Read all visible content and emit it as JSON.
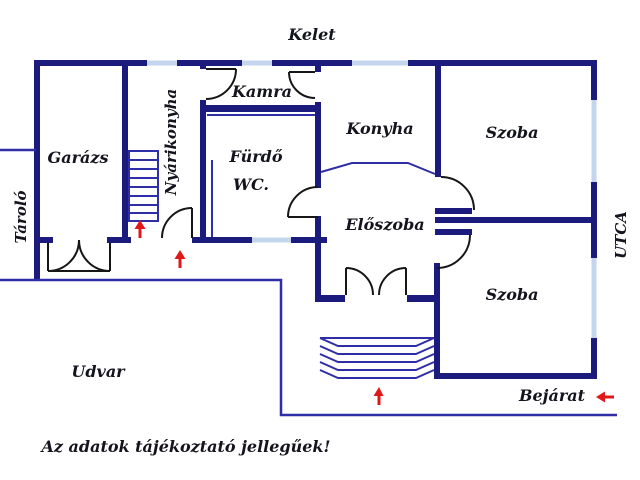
{
  "plan": {
    "orientation_label": "Kelet",
    "street_label": "UTCA",
    "entrance_label": "Bejárat",
    "yard_label": "Udvar",
    "storage_label": "Tároló",
    "disclaimer": "Az adatok tájékoztató jellegűek!",
    "rooms": {
      "garage": "Garázs",
      "summer_kitchen": "Nyárikonyha",
      "pantry": "Kamra",
      "bathroom": "Fürdő",
      "wc": "WC.",
      "kitchen": "Konyha",
      "room_top": "Szoba",
      "hall": "Előszoba",
      "room_bottom": "Szoba"
    }
  },
  "colors": {
    "wall": "#1b1b7e",
    "window": "#c3d6ee",
    "line": "#2e2ea6",
    "door": "#161616",
    "red": "#e01818",
    "text": "#14141e",
    "bg": "#ffffff"
  }
}
